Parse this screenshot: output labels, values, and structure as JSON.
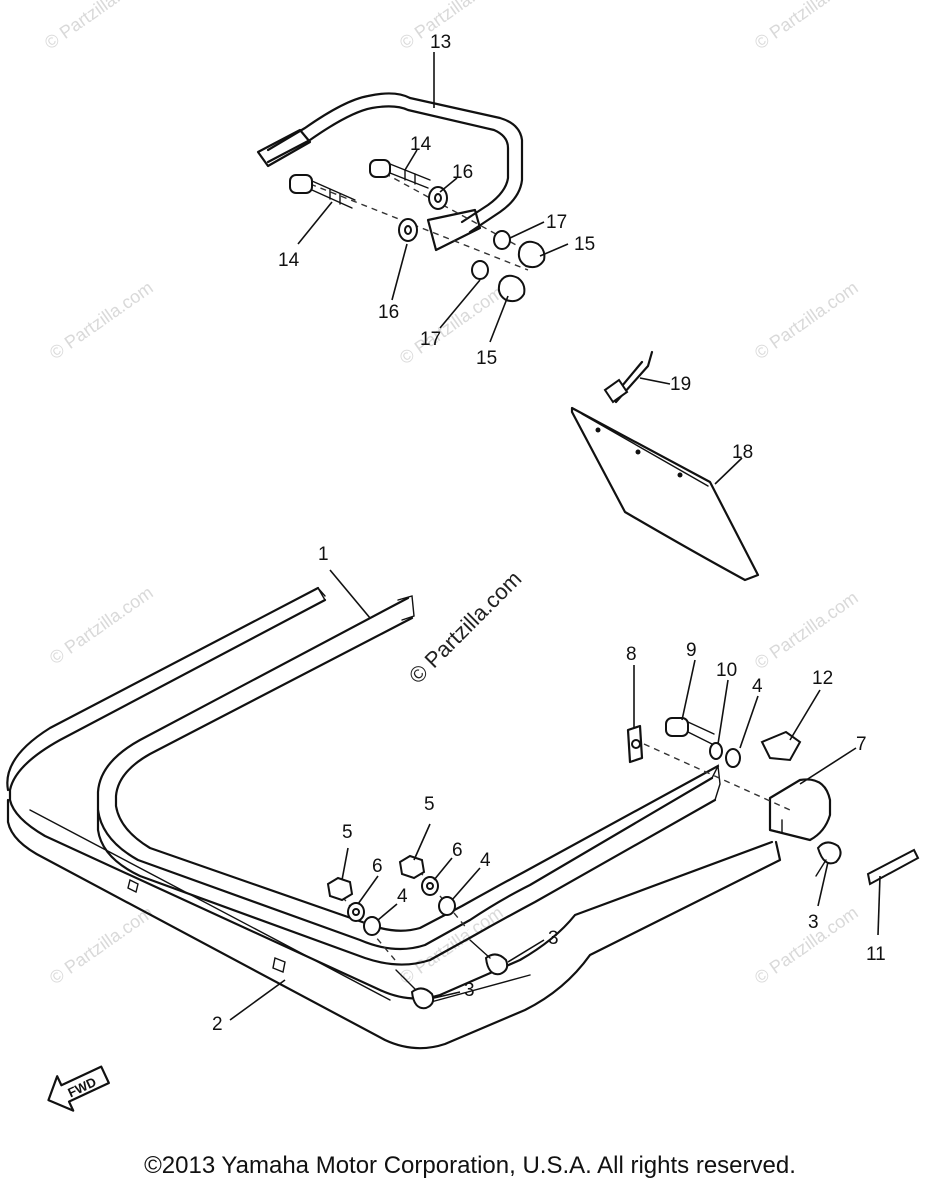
{
  "watermarks": {
    "center": "© Partzilla.com",
    "repeat": "© Partzilla.com"
  },
  "callouts": {
    "p1": "1",
    "p2": "2",
    "p3a": "3",
    "p3b": "3",
    "p3c": "3",
    "p4a": "4",
    "p4b": "4",
    "p4c": "4",
    "p5a": "5",
    "p5b": "5",
    "p6a": "6",
    "p6b": "6",
    "p7": "7",
    "p8": "8",
    "p9": "9",
    "p10": "10",
    "p11": "11",
    "p12": "12",
    "p13": "13",
    "p14a": "14",
    "p14b": "14",
    "p15a": "15",
    "p15b": "15",
    "p16a": "16",
    "p16b": "16",
    "p17a": "17",
    "p17b": "17",
    "p18": "18",
    "p19": "19"
  },
  "fwd_label": "FWD",
  "copyright": "©2013  Yamaha Motor Corporation, U.S.A. All rights reserved."
}
